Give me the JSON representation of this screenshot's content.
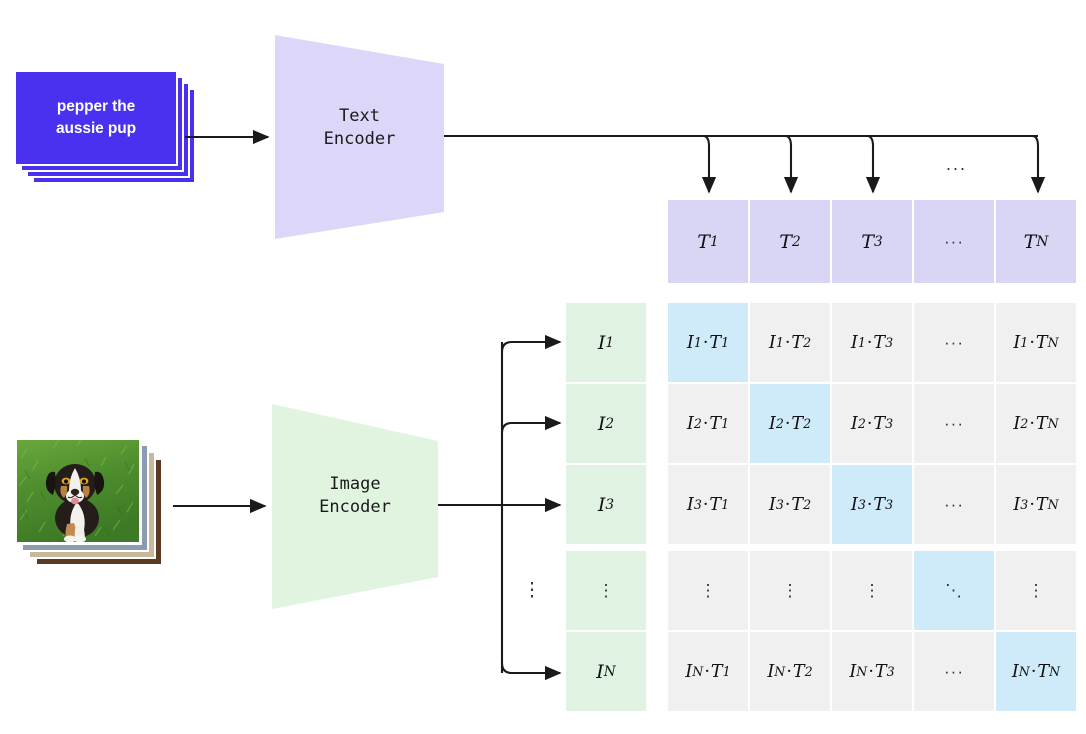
{
  "diagram": {
    "title": "CLIP contrastive pre-training diagram",
    "colors": {
      "caption_box": "#4a30ef",
      "text_encoder_fill": "#dcd7f8",
      "image_encoder_fill": "#e0f4e0",
      "text_embed_cell": "#d9d5f5",
      "image_embed_cell": "#e0f2e2",
      "matrix_cell": "#f0f0f0",
      "matrix_diagonal_cell": "#cfebf9",
      "arrow": "#1a1a1a"
    }
  },
  "caption": {
    "line1": "pepper the",
    "line2": "aussie pup",
    "stack_count": 4
  },
  "image_input": {
    "alt": "photo of an australian shepherd puppy sitting on grass",
    "stack_count": 4
  },
  "text_encoder": {
    "line1": "Text",
    "line2": "Encoder"
  },
  "image_encoder": {
    "line1": "Image",
    "line2": "Encoder"
  },
  "text_embeddings": [
    {
      "base": "T",
      "sub": "1"
    },
    {
      "base": "T",
      "sub": "2"
    },
    {
      "base": "T",
      "sub": "3"
    },
    {
      "base": "…",
      "sub": ""
    },
    {
      "base": "T",
      "sub": "N"
    }
  ],
  "image_embeddings": [
    {
      "base": "I",
      "sub": "1"
    },
    {
      "base": "I",
      "sub": "2"
    },
    {
      "base": "I",
      "sub": "3"
    },
    {
      "base": "⋮",
      "sub": ""
    },
    {
      "base": "I",
      "sub": "N"
    }
  ],
  "ellipsis": {
    "horizontal": "···",
    "vertical": "⋮",
    "diagonal": "⋱",
    "top_row_dots": "···",
    "image_column_dots": "⋮"
  },
  "matrix": {
    "rows": [
      {
        "cells": [
          {
            "i": "1",
            "t": "1",
            "diagonal": true
          },
          {
            "i": "1",
            "t": "2",
            "diagonal": false
          },
          {
            "i": "1",
            "t": "3",
            "diagonal": false
          },
          {
            "i": "",
            "t": "",
            "dots": "···",
            "diagonal": false
          },
          {
            "i": "1",
            "t": "N",
            "diagonal": false
          }
        ]
      },
      {
        "cells": [
          {
            "i": "2",
            "t": "1",
            "diagonal": false
          },
          {
            "i": "2",
            "t": "2",
            "diagonal": true
          },
          {
            "i": "2",
            "t": "3",
            "diagonal": false
          },
          {
            "i": "",
            "t": "",
            "dots": "···",
            "diagonal": false
          },
          {
            "i": "2",
            "t": "N",
            "diagonal": false
          }
        ]
      },
      {
        "cells": [
          {
            "i": "3",
            "t": "1",
            "diagonal": false
          },
          {
            "i": "3",
            "t": "2",
            "diagonal": false
          },
          {
            "i": "3",
            "t": "3",
            "diagonal": true
          },
          {
            "i": "",
            "t": "",
            "dots": "···",
            "diagonal": false
          },
          {
            "i": "3",
            "t": "N",
            "diagonal": false
          }
        ]
      },
      {
        "cells": [
          {
            "i": "",
            "t": "",
            "dots": "⋮",
            "diagonal": false
          },
          {
            "i": "",
            "t": "",
            "dots": "⋮",
            "diagonal": false
          },
          {
            "i": "",
            "t": "",
            "dots": "⋮",
            "diagonal": false
          },
          {
            "i": "",
            "t": "",
            "dots": "⋱",
            "diagonal": true
          },
          {
            "i": "",
            "t": "",
            "dots": "⋮",
            "diagonal": false
          }
        ]
      },
      {
        "cells": [
          {
            "i": "N",
            "t": "1",
            "diagonal": false
          },
          {
            "i": "N",
            "t": "2",
            "diagonal": false
          },
          {
            "i": "N",
            "t": "3",
            "diagonal": false
          },
          {
            "i": "",
            "t": "",
            "dots": "···",
            "diagonal": false
          },
          {
            "i": "N",
            "t": "N",
            "diagonal": true
          }
        ]
      }
    ]
  }
}
